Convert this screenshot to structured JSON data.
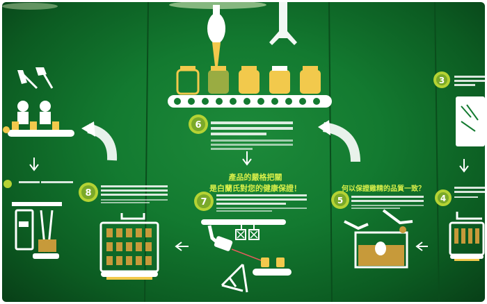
{
  "scene": {
    "description_visible_text": {
      "center_title_line1": "產品的嚴格把關",
      "center_title_line2": "是白蘭氏對您的健康保證！",
      "right_title": "何以保證雞精的品質一致？"
    },
    "steps": [
      {
        "number": "3",
        "color": "#ffffff"
      },
      {
        "number": "4",
        "color": "#ffffff"
      },
      {
        "number": "5",
        "color": "#ffffff"
      },
      {
        "number": "6",
        "color": "#ffffff"
      },
      {
        "number": "7",
        "color": "#ffffff"
      },
      {
        "number": "8",
        "color": "#ffffff"
      }
    ],
    "colors": {
      "wall_green": "#137a30",
      "accent_yellow": "#f2c94c",
      "accent_lime": "#b5d334",
      "graphic_white": "#ffffff"
    }
  }
}
